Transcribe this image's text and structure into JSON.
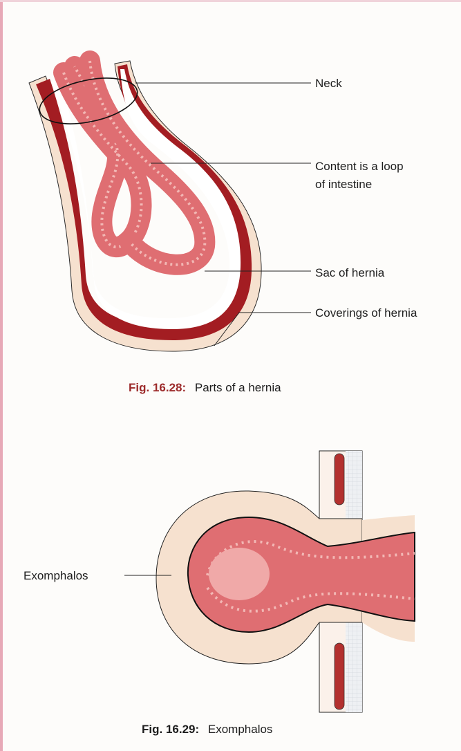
{
  "figure1": {
    "labels": {
      "neck": "Neck",
      "content_line1": "Content is a loop",
      "content_line2": "of intestine",
      "sac": "Sac of hernia",
      "coverings": "Coverings of hernia"
    },
    "caption": {
      "number": "Fig. 16.28:",
      "text": "Parts of a hernia"
    }
  },
  "figure2": {
    "labels": {
      "exomphalos": "Exomphalos"
    },
    "caption": {
      "number": "Fig. 16.29:",
      "text": "Exomphalos"
    }
  },
  "colors": {
    "covering": "#f6e1cf",
    "sac_wall": "#a31d22",
    "intestine": "#df6e72",
    "intestine_light": "#f2b8b5",
    "outline": "#1a1a1a"
  }
}
